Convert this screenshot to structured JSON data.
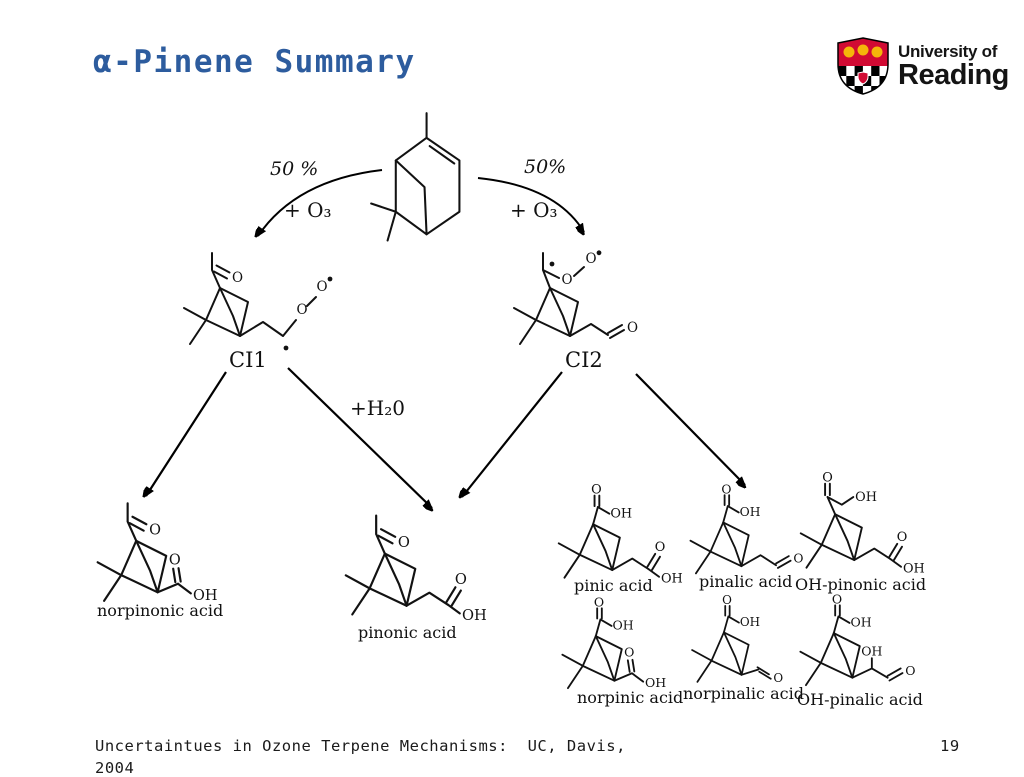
{
  "slide": {
    "title": "α-Pinene Summary",
    "page_number": "19",
    "footer_line1": "Uncertaintues in Ozone Terpene Mechanisms:  UC, Davis,",
    "footer_line2": "2004"
  },
  "colors": {
    "title_blue": "#2d5c9e",
    "logo_red": "#d10a33",
    "logo_gold": "#f5b50a",
    "ink": "#121212"
  },
  "logo": {
    "org_line1": "University of",
    "org_line2": "Reading"
  },
  "reaction": {
    "left_branch": {
      "percent": "50 %",
      "reagent": "+ O₃"
    },
    "right_branch": {
      "percent": "50%",
      "reagent": "+ O₃"
    },
    "water_label": "+H₂0",
    "intermediates": [
      {
        "label": "CI1"
      },
      {
        "label": "CI2"
      }
    ],
    "products": [
      "norpinonic acid",
      "pinonic acid",
      "pinic acid",
      "pinalic acid",
      "OH-pinonic acid",
      "norpinic acid",
      "norpinalic acid",
      "OH-pinalic acid"
    ]
  },
  "atoms": {
    "O": "O",
    "OH": "OH"
  }
}
